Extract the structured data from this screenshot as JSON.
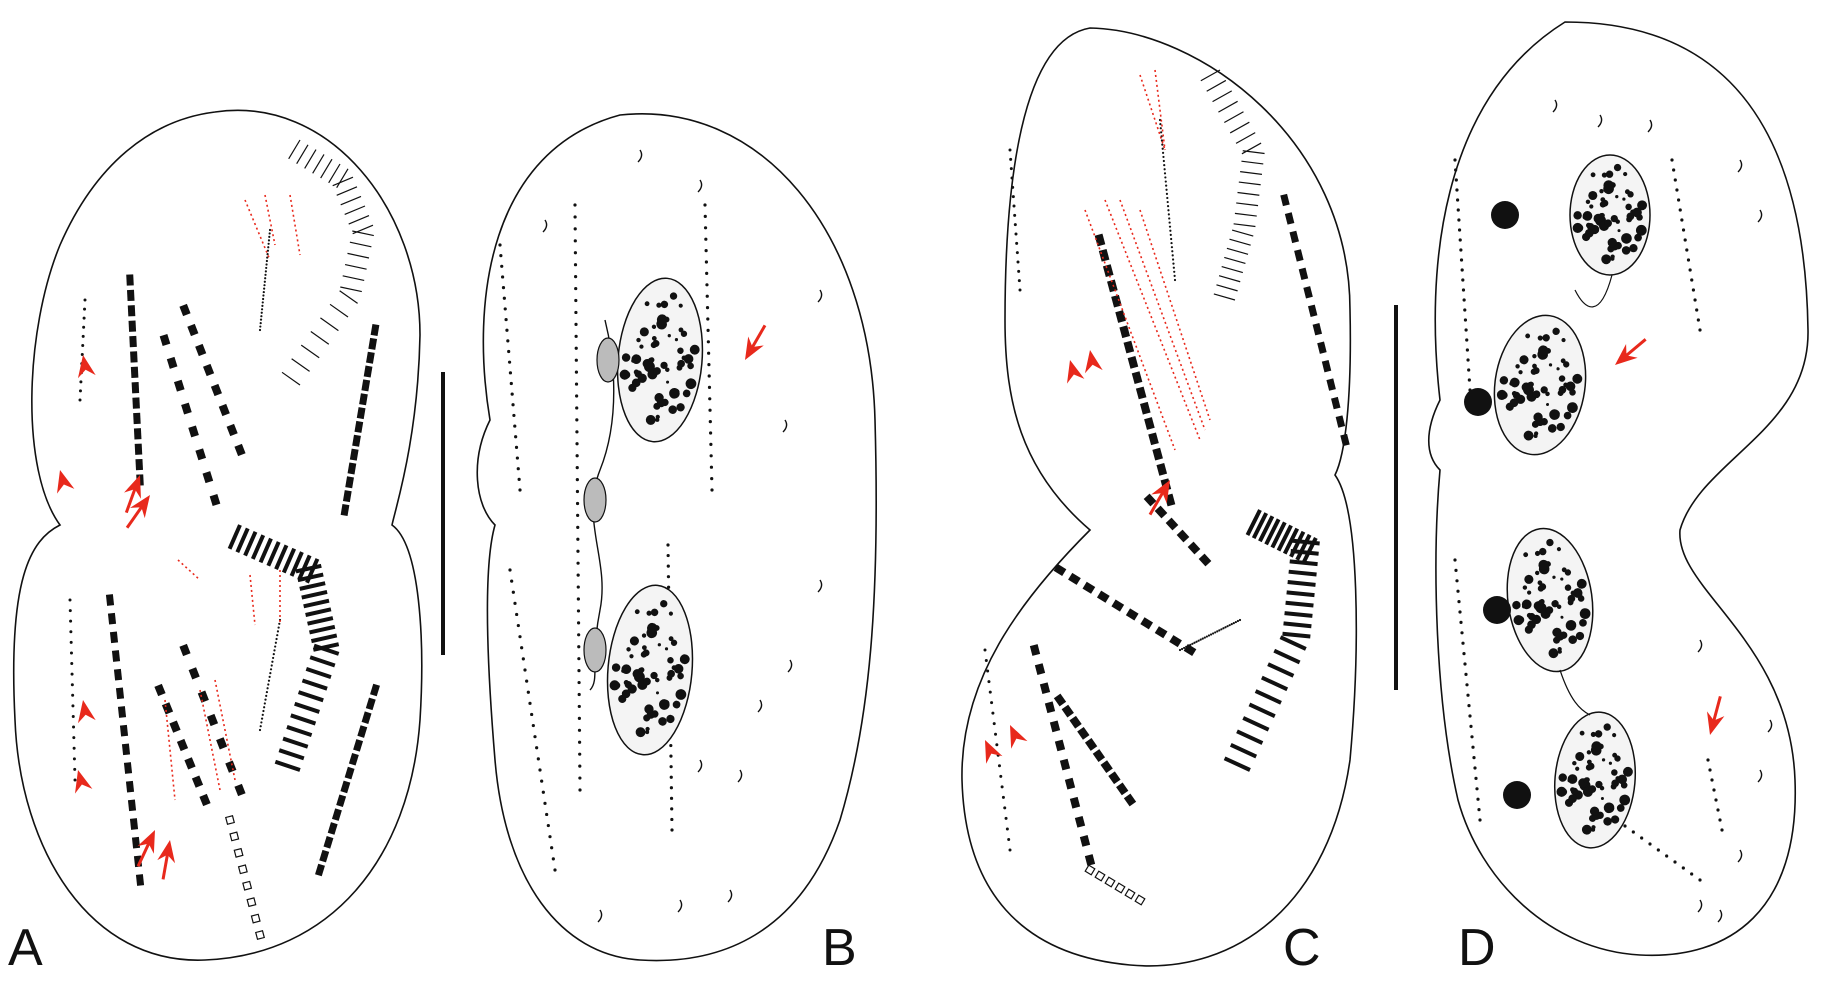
{
  "panels": [
    {
      "id": "A",
      "label": "A"
    },
    {
      "id": "B",
      "label": "B"
    },
    {
      "id": "C",
      "label": "C"
    },
    {
      "id": "D",
      "label": "D"
    }
  ],
  "colors": {
    "ink": "#111111",
    "annotation": "#e8291c",
    "background": "#ffffff"
  },
  "icons": {
    "arrow": "red-arrow-icon",
    "arrowhead": "red-arrowhead-icon"
  }
}
